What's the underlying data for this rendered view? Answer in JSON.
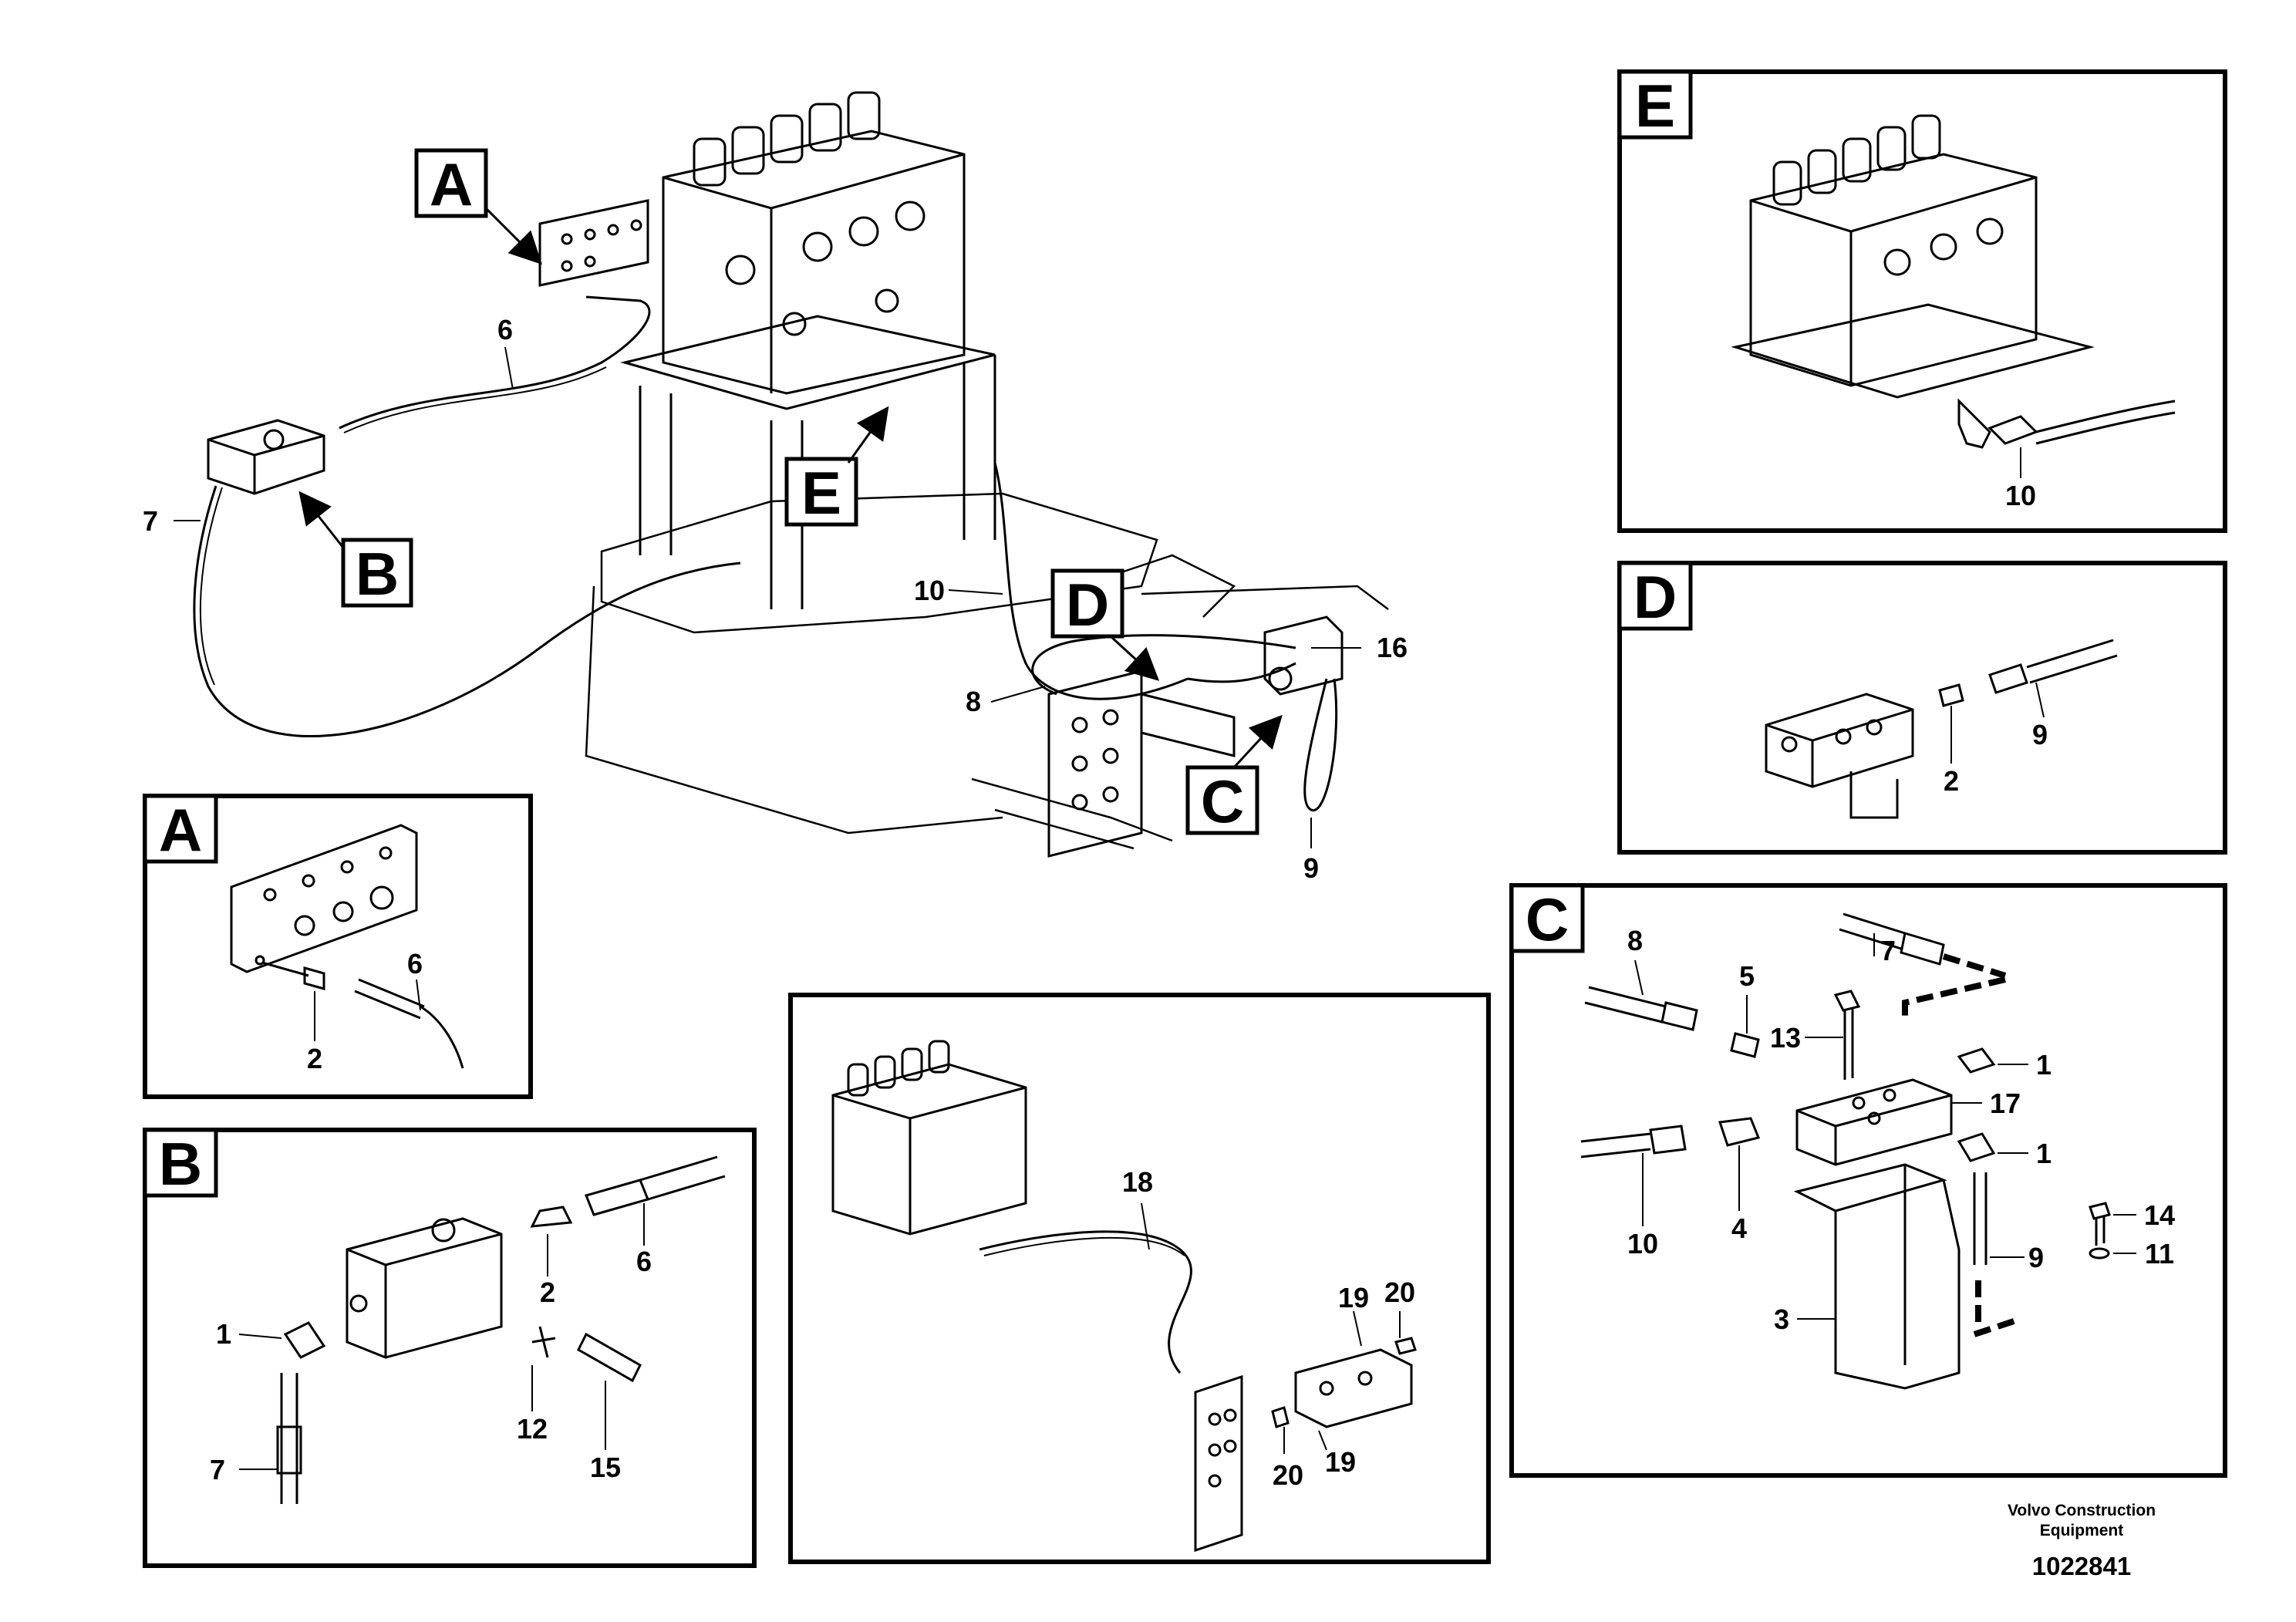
{
  "diagram": {
    "main_view_markers": {
      "A": "A",
      "B": "B",
      "C": "C",
      "D": "D",
      "E": "E"
    },
    "main_view_callouts": [
      "6",
      "7",
      "10",
      "8",
      "16",
      "9"
    ],
    "panels": {
      "A": {
        "label": "A",
        "callouts": [
          "6",
          "2"
        ]
      },
      "B": {
        "label": "B",
        "callouts": [
          "6",
          "2",
          "1",
          "12",
          "15",
          "7"
        ]
      },
      "C": {
        "label": "C",
        "callouts": [
          "8",
          "5",
          "7",
          "13",
          "1",
          "17",
          "1",
          "10",
          "4",
          "14",
          "9",
          "11",
          "3"
        ]
      },
      "D": {
        "label": "D",
        "callouts": [
          "2",
          "9"
        ]
      },
      "E": {
        "label": "E",
        "callouts": [
          "10"
        ]
      },
      "overview": {
        "callouts": [
          "18",
          "19",
          "20",
          "20",
          "19"
        ]
      }
    }
  },
  "footer": {
    "brand_line1": "Volvo Construction",
    "brand_line2": "Equipment",
    "doc_number": "1022841"
  }
}
